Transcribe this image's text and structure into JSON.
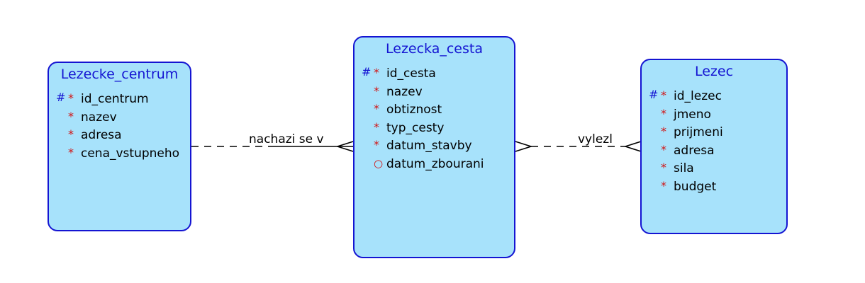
{
  "entities": [
    {
      "title": "Lezecke_centrum",
      "attributes": [
        {
          "pk": "#",
          "mark": "*",
          "name": "id_centrum"
        },
        {
          "pk": "",
          "mark": "*",
          "name": "nazev"
        },
        {
          "pk": "",
          "mark": "*",
          "name": "adresa"
        },
        {
          "pk": "",
          "mark": "*",
          "name": "cena_vstupneho"
        }
      ]
    },
    {
      "title": "Lezecka_cesta",
      "attributes": [
        {
          "pk": "#",
          "mark": "*",
          "name": "id_cesta"
        },
        {
          "pk": "",
          "mark": "*",
          "name": "nazev"
        },
        {
          "pk": "",
          "mark": "*",
          "name": "obtiznost"
        },
        {
          "pk": "",
          "mark": "*",
          "name": "typ_cesty"
        },
        {
          "pk": "",
          "mark": "*",
          "name": "datum_stavby"
        },
        {
          "pk": "",
          "mark": "○",
          "name": "datum_zbourani"
        }
      ]
    },
    {
      "title": "Lezec",
      "attributes": [
        {
          "pk": "#",
          "mark": "*",
          "name": "id_lezec"
        },
        {
          "pk": "",
          "mark": "*",
          "name": "jmeno"
        },
        {
          "pk": "",
          "mark": "*",
          "name": "prijmeni"
        },
        {
          "pk": "",
          "mark": "*",
          "name": "adresa"
        },
        {
          "pk": "",
          "mark": "*",
          "name": "sila"
        },
        {
          "pk": "",
          "mark": "*",
          "name": "budget"
        }
      ]
    }
  ],
  "relationships": [
    {
      "label": "nachazi se v"
    },
    {
      "label": "vylezl"
    }
  ],
  "colors": {
    "entity_fill": "#a7e2fb",
    "entity_border": "#1414d2",
    "title_text": "#1414d2",
    "pk_mark": "#1414d2",
    "mandatory_mark": "#d21414"
  }
}
